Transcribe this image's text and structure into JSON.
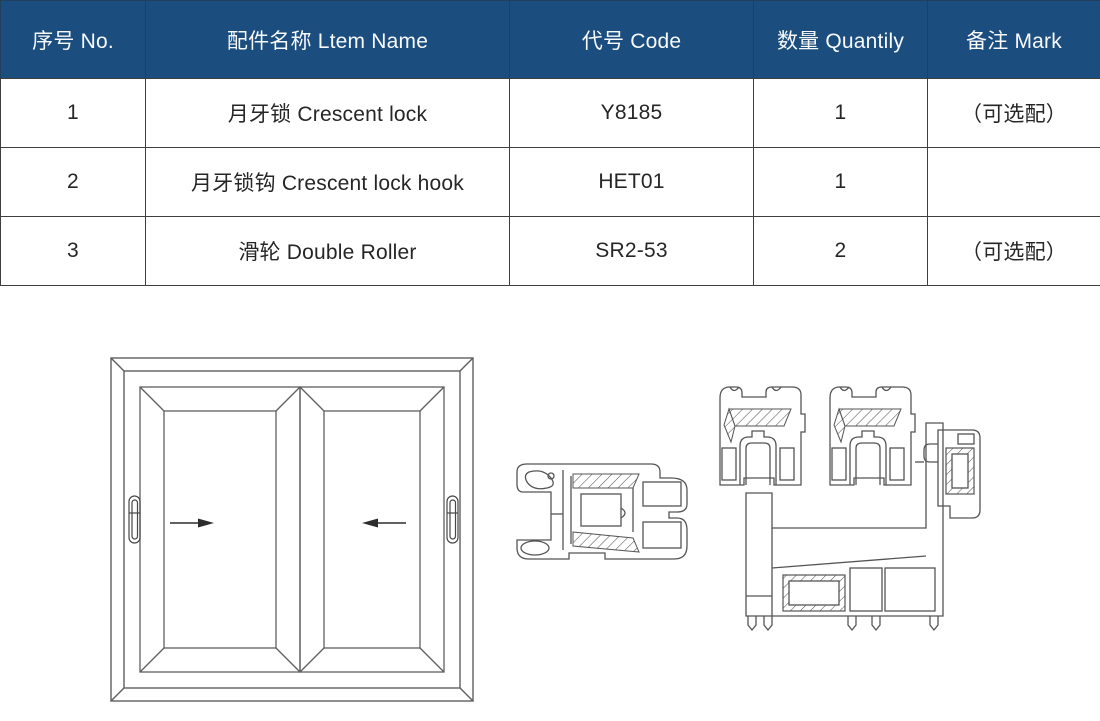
{
  "colors": {
    "header_bg": "#1b4d7e",
    "header_text": "#f7f9fb",
    "grid_line": "#3f3f3f",
    "body_text": "#262626",
    "drawing_line": "#5a5a5a"
  },
  "table": {
    "headers": [
      "序号 No.",
      "配件名称 Ltem Name",
      "代号 Code",
      "数量 Quantily",
      "备注 Mark"
    ],
    "rows": [
      {
        "cells": [
          "1",
          "月牙锁 Crescent lock",
          "Y8185",
          "1",
          "（可选配）"
        ]
      },
      {
        "cells": [
          "2",
          "月牙锁钩 Crescent lock hook",
          "HET01",
          "1",
          ""
        ]
      },
      {
        "cells": [
          "3",
          "滑轮 Double Roller",
          "SR2-53",
          "2",
          "（可选配）"
        ]
      }
    ]
  },
  "figures": {
    "window_diagram": "sliding-window-front-view",
    "small_profile": "frame-profile-cross-section",
    "large_profile": "sash-and-track-cross-section"
  }
}
